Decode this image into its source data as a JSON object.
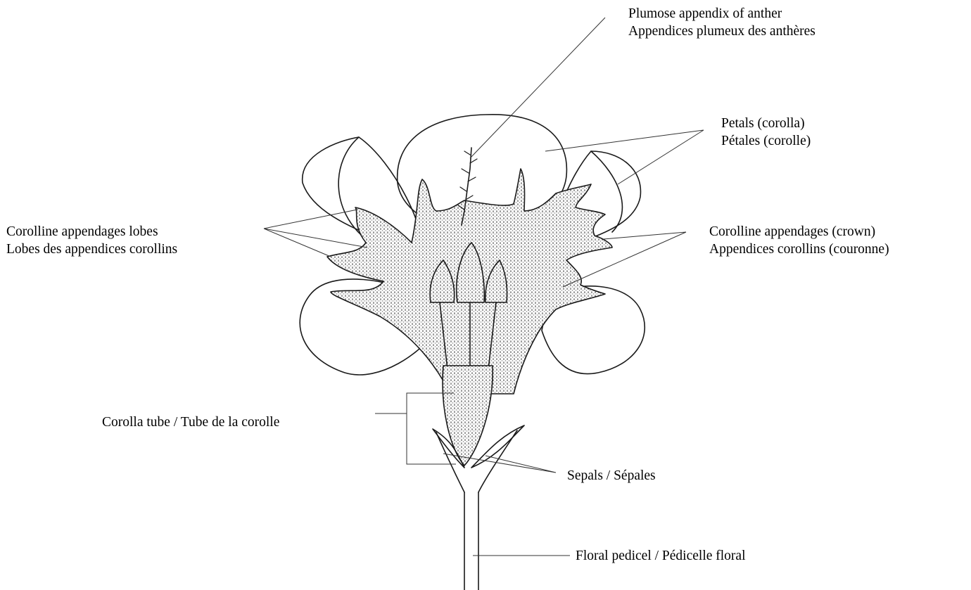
{
  "labels": {
    "plumose": {
      "line1": "Plumose appendix of anther",
      "line2": "Appendices plumeux des anthères"
    },
    "petals": {
      "line1": "Petals (corolla)",
      "line2": "Pétales (corolle)"
    },
    "lobes": {
      "line1": "Corolline appendages lobes",
      "line2": "Lobes des appendices corollins"
    },
    "crown": {
      "line1": "Corolline appendages (crown)",
      "line2": "Appendices corollins (couronne)"
    },
    "tube": "Corolla tube / Tube de la corolle",
    "sepals": "Sepals / Sépales",
    "pedicel": "Floral pedicel / Pédicelle floral"
  },
  "colors": {
    "ink": "#1a1a1a",
    "background": "#ffffff",
    "shading": "#555555"
  }
}
